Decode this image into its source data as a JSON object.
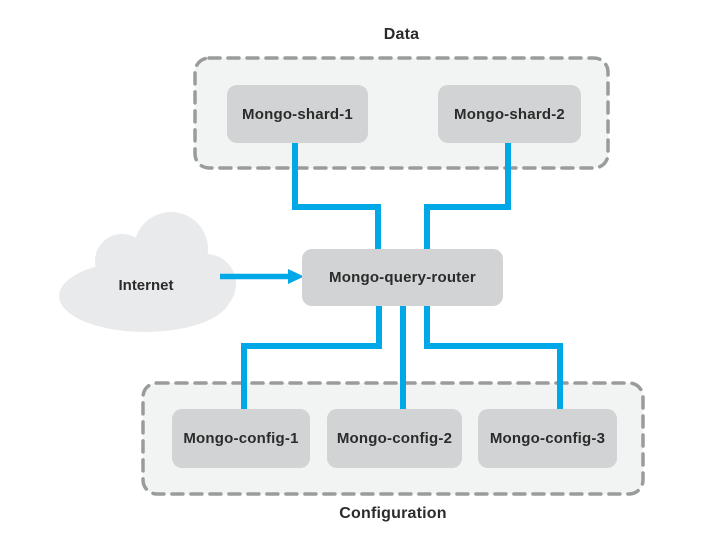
{
  "diagram": {
    "group_data": {
      "label": "Data"
    },
    "group_config": {
      "label": "Configuration"
    },
    "internet": {
      "label": "Internet"
    },
    "router": {
      "label": "Mongo-query-router"
    },
    "shards": [
      {
        "label": "Mongo-shard-1"
      },
      {
        "label": "Mongo-shard-2"
      }
    ],
    "configs": [
      {
        "label": "Mongo-config-1"
      },
      {
        "label": "Mongo-config-2"
      },
      {
        "label": "Mongo-config-3"
      }
    ],
    "colors": {
      "connector": "#00A8E8",
      "node_fill": "#D1D3D4",
      "group_fill": "#F2F3F3",
      "group_border": "#9A9B9C",
      "cloud_fill": "#E9EAEB",
      "text": "#2B2B2B",
      "background": "#FFFFFF"
    }
  }
}
